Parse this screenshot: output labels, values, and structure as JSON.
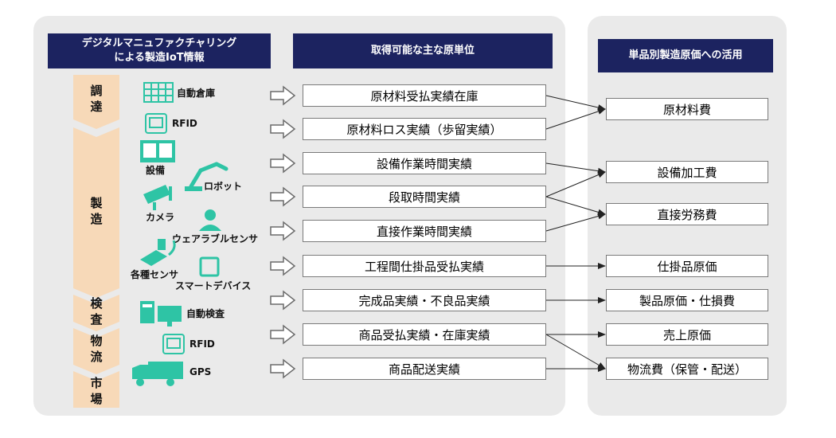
{
  "header_left": "デジタルマニュファクチャリング\nによる製造IoT情報",
  "header_mid": "取得可能な主な原単位",
  "header_right": "単品別製造原価への活用",
  "stages": [
    "調\n達",
    "製\n造",
    "検\n査",
    "物\n流",
    "市\n場"
  ],
  "devices": [
    "自動倉庫",
    "RFID",
    "設備",
    "ロボット",
    "カメラ",
    "ウェアラブルセンサ",
    "各種センサ",
    "スマートデバイス",
    "自動検査",
    "RFID",
    "GPS"
  ],
  "middle_items": [
    "原材料受払実績在庫",
    "原材料ロス実績（歩留実績）",
    "設備作業時間実績",
    "段取時間実績",
    "直接作業時間実績",
    "工程間仕掛品受払実績",
    "完成品実績・不良品実績",
    "商品受払実績・在庫実績",
    "商品配送実績"
  ],
  "right_items": [
    "原材料費",
    "設備加工費",
    "直接労務費",
    "仕掛品原価",
    "製品原価・仕損費",
    "売上原価",
    "物流費（保管・配送）"
  ],
  "colors": {
    "header_bg": "#1c2360",
    "panel_bg": "#eaeaea",
    "icon": "#2ec4a5",
    "chevron": "#f7d9b8"
  }
}
